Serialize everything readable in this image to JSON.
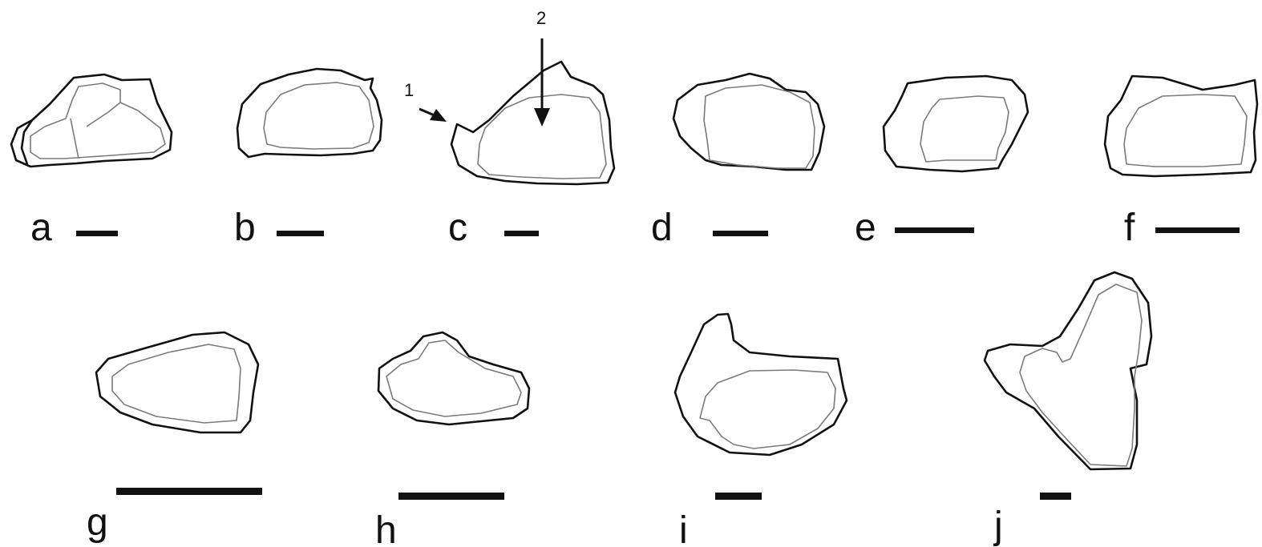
{
  "figure": {
    "panels": [
      {
        "id": "a",
        "label": "a"
      },
      {
        "id": "b",
        "label": "b"
      },
      {
        "id": "c",
        "label": "c"
      },
      {
        "id": "d",
        "label": "d"
      },
      {
        "id": "e",
        "label": "e"
      },
      {
        "id": "f",
        "label": "f"
      },
      {
        "id": "g",
        "label": "g"
      },
      {
        "id": "h",
        "label": "h"
      },
      {
        "id": "i",
        "label": "i"
      },
      {
        "id": "j",
        "label": "j"
      }
    ],
    "annotations": {
      "arrow_1": "1",
      "arrow_2": "2"
    }
  }
}
